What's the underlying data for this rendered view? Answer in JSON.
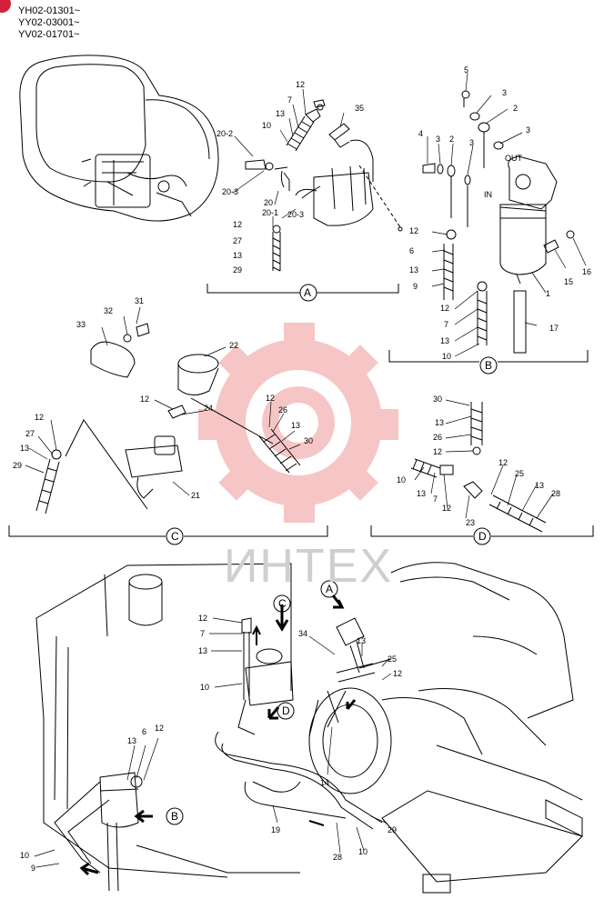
{
  "header": {
    "serials": [
      "YH02-01301~",
      "YY02-03001~",
      "YV02-01701~"
    ]
  },
  "watermark": {
    "text": "ИНТЕХ",
    "color": "#f3b5b5"
  },
  "sections": [
    "A",
    "B",
    "C",
    "D"
  ],
  "detail_A": {
    "callouts": [
      "12",
      "7",
      "13",
      "10",
      "35",
      "20-2",
      "20-3",
      "20",
      "20-1",
      "20-3",
      "12",
      "27",
      "13",
      "29"
    ]
  },
  "detail_B": {
    "callouts": [
      "5",
      "3",
      "2",
      "3",
      "4",
      "3",
      "2",
      "3",
      "OUT",
      "IN",
      "12",
      "6",
      "13",
      "9",
      "15",
      "16",
      "1",
      "12",
      "7",
      "13",
      "10",
      "17"
    ]
  },
  "detail_C": {
    "callouts": [
      "31",
      "32",
      "33",
      "22",
      "12",
      "24",
      "12",
      "26",
      "13",
      "30",
      "12",
      "27",
      "13",
      "29",
      "21"
    ]
  },
  "detail_D": {
    "callouts": [
      "30",
      "13",
      "26",
      "12",
      "10",
      "13",
      "7",
      "12",
      "23",
      "12",
      "25",
      "13",
      "28"
    ]
  },
  "main_view": {
    "callouts": [
      "12",
      "7",
      "13",
      "10",
      "34",
      "13",
      "25",
      "12",
      "14",
      "13",
      "6",
      "12",
      "10",
      "9",
      "19",
      "29",
      "28",
      "10"
    ],
    "section_refs": [
      "C",
      "A",
      "D",
      "B"
    ]
  }
}
